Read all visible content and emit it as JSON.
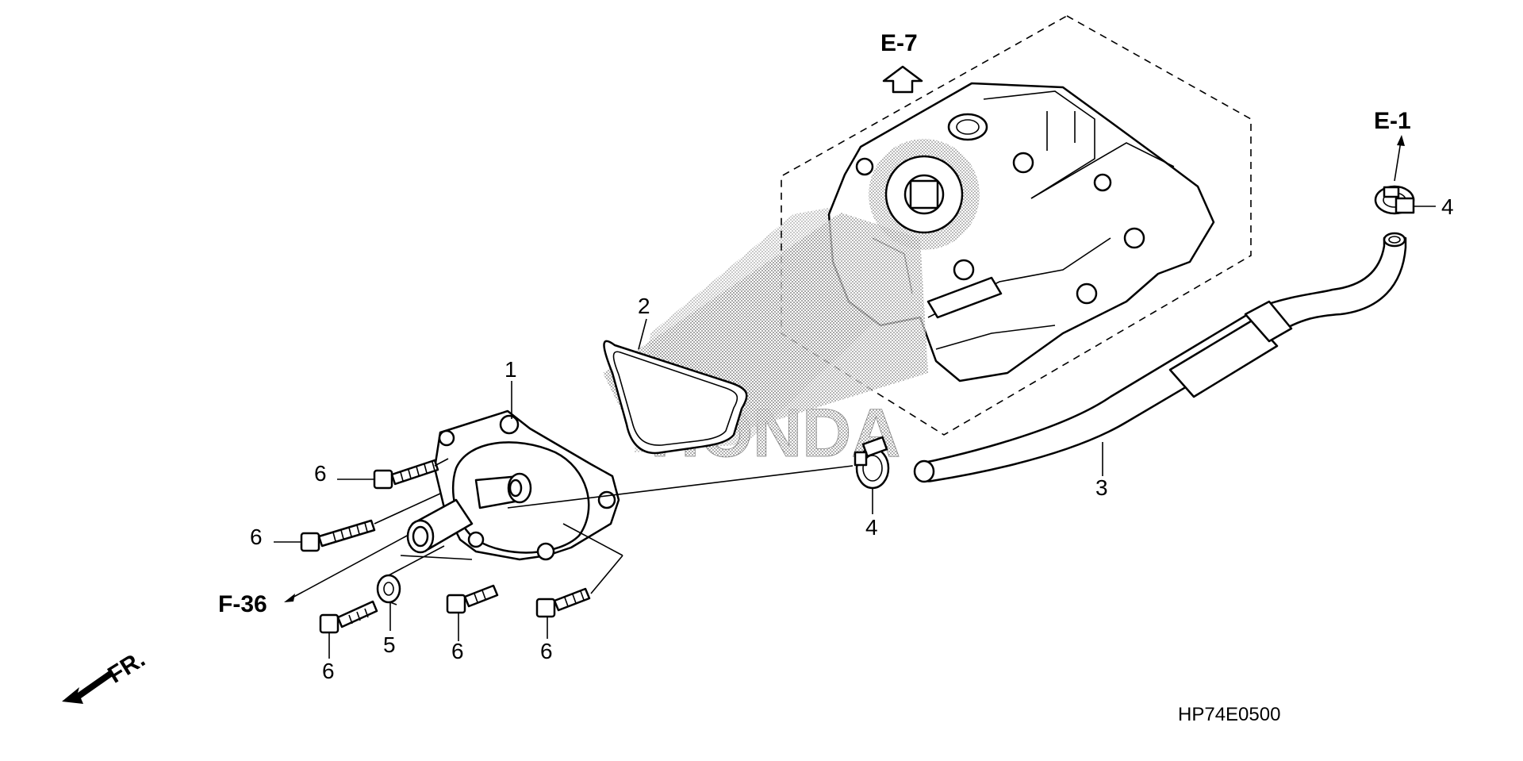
{
  "diagram": {
    "references": {
      "e7": "E-7",
      "e1": "E-1",
      "f36": "F-36",
      "front": "FR."
    },
    "callouts": {
      "c1": "1",
      "c2": "2",
      "c3": "3",
      "c4a": "4",
      "c4b": "4",
      "c5": "5",
      "c6a": "6",
      "c6b": "6",
      "c6c": "6",
      "c6d": "6",
      "c6e": "6"
    },
    "drawing_code": "HP74E0500",
    "watermark": "HONDA"
  }
}
